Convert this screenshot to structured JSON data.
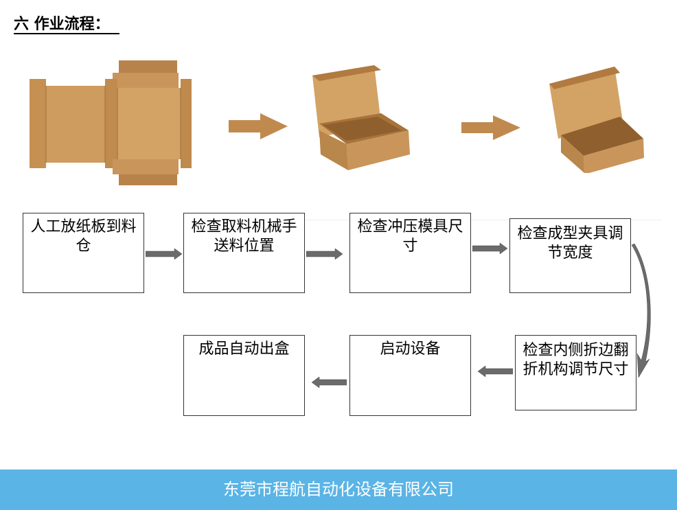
{
  "title": "六 作业流程：",
  "steps": [
    "人工放纸板到料仓",
    "检查取料机械手送料位置",
    "检查冲压模具尺寸",
    "检查成型夹具调节宽度",
    "检查内侧折边翻折机构调节尺寸",
    "启动设备",
    "成品自动出盒"
  ],
  "footer": "东莞市程航自动化设备有限公司",
  "colors": {
    "cardboard": "#c9955a",
    "cardboard_dark": "#a8733b",
    "flow_arrow": "#6b6b6b",
    "footer_bg": "#5ab4e5"
  }
}
